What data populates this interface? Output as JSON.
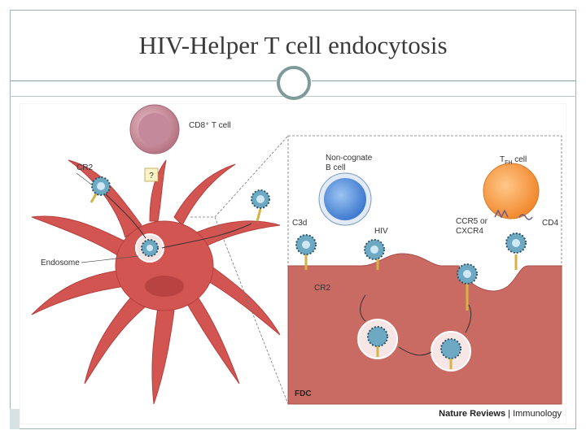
{
  "slide": {
    "title": "HIV-Helper T cell endocytosis"
  },
  "figure": {
    "labels": {
      "cd8": "CD8⁺ T cell",
      "cr2_left": "CR2",
      "question": "?",
      "endosome": "Endosome",
      "noncognate_line1": "Non-cognate",
      "noncognate_line2": "B cell",
      "tfh_main": "T",
      "tfh_sub": "FH",
      "tfh_rest": " cell",
      "c3d": "C3d",
      "hiv": "HIV",
      "ccr5_line1": "CCR5 or",
      "ccr5_line2": "CXCR4",
      "cd4": "CD4",
      "cr2_right": "CR2",
      "fdc": "FDC"
    },
    "credit": {
      "journal": "Nature Reviews",
      "section": "| Immunology"
    }
  },
  "colors": {
    "dendritic": "#d35552",
    "membrane": "#c96a63",
    "b_cell": "#4f8ad8",
    "t_cell": "#f29a4a",
    "cd8": "#c98a98",
    "virus_core": "#76b8d4",
    "accent_rule": "#7f9a9a"
  }
}
